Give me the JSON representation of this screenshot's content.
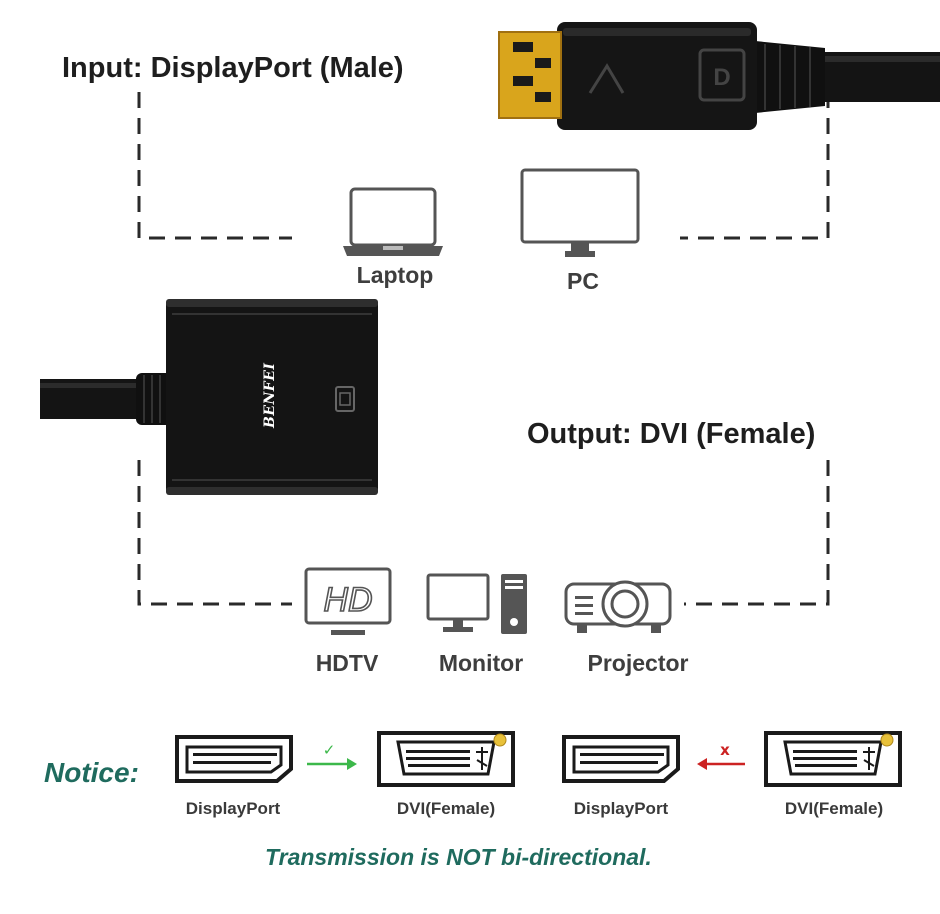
{
  "input": {
    "title": "Input: DisplayPort (Male)",
    "devices": [
      "Laptop",
      "PC"
    ]
  },
  "output": {
    "title": "Output: DVI (Female)",
    "devices": [
      "HDTV",
      "Monitor",
      "Projector"
    ],
    "hd_text": "HD"
  },
  "brand": "BENFEI",
  "notice": {
    "label": "Notice:",
    "pairs": [
      {
        "left": "DisplayPort",
        "right": "DVI(Female)",
        "direction": "left-to-right",
        "valid": true
      },
      {
        "left": "DisplayPort",
        "right": "DVI(Female)",
        "direction": "right-to-left",
        "valid": false
      }
    ],
    "ok_mark": "✓",
    "bad_mark": "x",
    "footer": "Transmission is NOT bi-directional."
  },
  "colors": {
    "accent": "#1f6b5e",
    "ok": "#3cb84a",
    "bad": "#cc2222",
    "cable": "#111111",
    "gold": "#d9a51c"
  }
}
